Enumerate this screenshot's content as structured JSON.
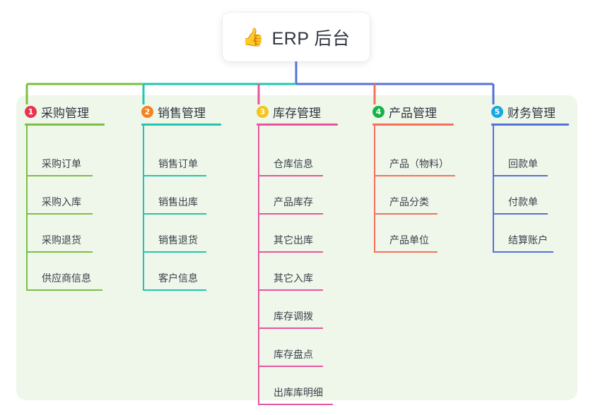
{
  "root": {
    "emoji": "👍",
    "emoji_name": "thumbs-up-emoji",
    "title": "ERP 后台"
  },
  "theme": {
    "panel_bg": "#eff7ea",
    "card_bg": "#ffffff",
    "text": "#2f3540",
    "leaf_text": "#3a414b"
  },
  "columns": [
    {
      "index": "1",
      "title": "采购管理",
      "badge_color": "#e8344e",
      "line_color": "#7ac043",
      "rule_width": 113,
      "title_width": 92,
      "items": [
        {
          "label": "采购订单",
          "rule_width": 94
        },
        {
          "label": "采购入库",
          "rule_width": 94
        },
        {
          "label": "采购退货",
          "rule_width": 94
        },
        {
          "label": "供应商信息",
          "rule_width": 108
        }
      ]
    },
    {
      "index": "2",
      "title": "销售管理",
      "badge_color": "#f5821f",
      "line_color": "#21c6b0",
      "rule_width": 113,
      "title_width": 92,
      "items": [
        {
          "label": "销售订单",
          "rule_width": 90
        },
        {
          "label": "销售出库",
          "rule_width": 90
        },
        {
          "label": "销售退货",
          "rule_width": 90
        },
        {
          "label": "客户信息",
          "rule_width": 90
        }
      ]
    },
    {
      "index": "3",
      "title": "库存管理",
      "badge_color": "#f6c31c",
      "line_color": "#e8539f",
      "rule_width": 115,
      "title_width": 92,
      "items": [
        {
          "label": "仓库信息",
          "rule_width": 92
        },
        {
          "label": "产品库存",
          "rule_width": 92
        },
        {
          "label": "其它出库",
          "rule_width": 92
        },
        {
          "label": "其它入库",
          "rule_width": 92
        },
        {
          "label": "库存调拨",
          "rule_width": 92
        },
        {
          "label": "库存盘点",
          "rule_width": 92
        },
        {
          "label": "出库库明细",
          "rule_width": 106
        }
      ]
    },
    {
      "index": "4",
      "title": "产品管理",
      "badge_color": "#18b24b",
      "line_color": "#f4715c",
      "rule_width": 115,
      "title_width": 92,
      "items": [
        {
          "label": "产品（物料）",
          "rule_width": 115
        },
        {
          "label": "产品分类",
          "rule_width": 90
        },
        {
          "label": "产品单位",
          "rule_width": 90
        }
      ]
    },
    {
      "index": "5",
      "title": "财务管理",
      "badge_color": "#18a8e0",
      "line_color": "#5471d8",
      "rule_width": 110,
      "title_width": 92,
      "items": [
        {
          "label": "回款单",
          "rule_width": 78
        },
        {
          "label": "付款单",
          "rule_width": 78
        },
        {
          "label": "结算账户",
          "rule_width": 86
        }
      ]
    }
  ],
  "connectors": {
    "trunk_color": "#5471d8",
    "segments": [
      {
        "name": "purchasing-branch",
        "color": "#7ac043"
      },
      {
        "name": "sales-branch",
        "color": "#21c6b0"
      },
      {
        "name": "inventory-branch",
        "color": "#e8539f"
      },
      {
        "name": "product-branch",
        "color": "#f4715c"
      },
      {
        "name": "finance-branch",
        "color": "#5471d8"
      }
    ]
  }
}
